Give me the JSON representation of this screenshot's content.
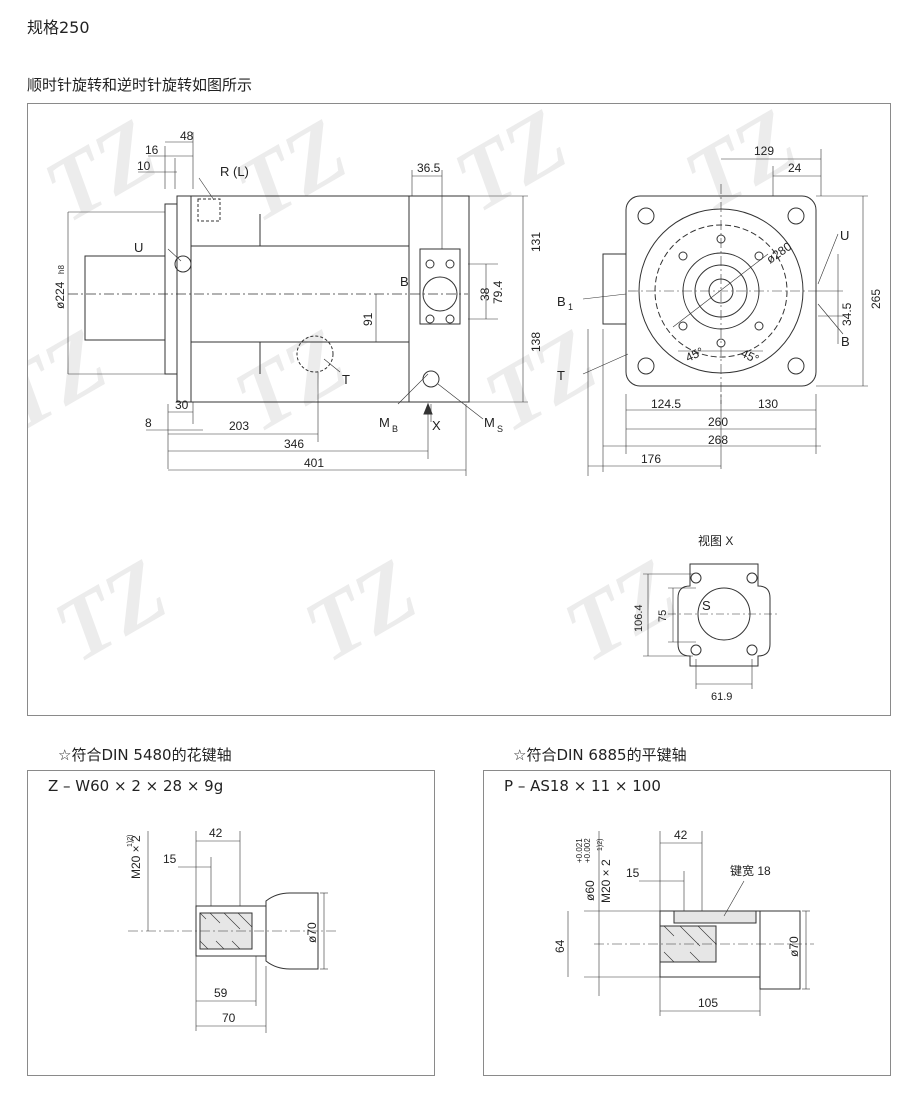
{
  "page": {
    "title": "规格250",
    "subtitle": "顺时针旋转和逆时针旋转如图所示"
  },
  "main_drawing": {
    "side_view_dims": [
      "48",
      "16",
      "10",
      "36.5",
      "131",
      "38",
      "79.4",
      "138",
      "91",
      "30",
      "8",
      "203",
      "346",
      "401"
    ],
    "side_view_labels": [
      "R (L)",
      "U",
      "B",
      "T",
      "M",
      "B",
      "X",
      "M",
      "S"
    ],
    "shaft_dia_main": "ø224",
    "shaft_dia_sup": "h8",
    "front_view_dims": [
      "129",
      "24",
      "ø280",
      "265",
      "34.5",
      "45°",
      "45°",
      "124.5",
      "130",
      "260",
      "268",
      "176"
    ],
    "front_view_labels": [
      "U",
      "B",
      "B",
      "1",
      "T"
    ],
    "view_x_title": "视图 X",
    "view_x_dims": [
      "106.4",
      "75",
      "61.9"
    ],
    "view_x_label": "S",
    "watermark": "TZ"
  },
  "spline_section": {
    "title": "☆符合DIN 5480的花键轴",
    "designation": "Z – W60 × 2 × 28 × 9g",
    "thread": "M20 × 2",
    "thread_note": "1)2)",
    "dims": [
      "42",
      "15",
      "ø70",
      "59",
      "70"
    ]
  },
  "key_section": {
    "title": "☆符合DIN 6885的平键轴",
    "designation": "P – AS18 × 11 × 100",
    "shaft_dia": "ø60",
    "tol_upper": "+0.021",
    "tol_lower": "+0.002",
    "thread": "M20 × 2",
    "thread_note": "1)2)",
    "dims": [
      "42",
      "15",
      "64",
      "ø70",
      "105"
    ],
    "key_width": "键宽 18"
  }
}
